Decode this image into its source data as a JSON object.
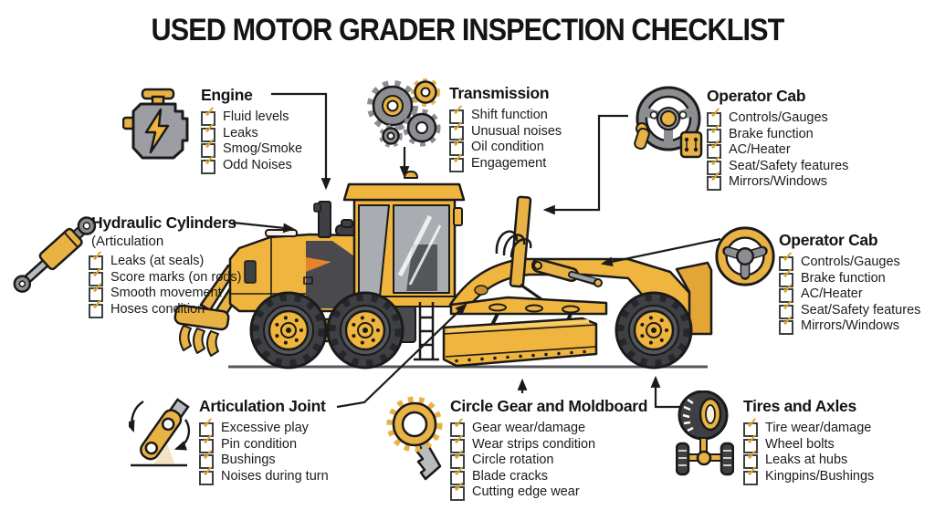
{
  "title": "USED MOTOR GRADER INSPECTION CHECKLIST",
  "ui": {
    "check_glyph": "✓"
  },
  "colors": {
    "checkbox_gold": "#d9a733",
    "body_yellow": "#f0b53e",
    "accent_orange": "#e8832a",
    "dark_gray": "#4a4a4e",
    "line_black": "#1a1a1a"
  },
  "illustration": "motor-grader-side-view",
  "sections": [
    {
      "id": "engine",
      "title": "Engine",
      "icon": "engine-icon",
      "items": [
        "Fluid levels",
        "Leaks",
        "Smog/Smoke",
        "Odd Noises"
      ]
    },
    {
      "id": "transmission",
      "title": "Transmission",
      "icon": "gears-icon",
      "items": [
        "Shift function",
        "Unusual noises",
        "Oil condition",
        "Engagement"
      ]
    },
    {
      "id": "operator-cab-top",
      "title": "Operator Cab",
      "icon": "steering-wheel-icon",
      "items": [
        "Controls/Gauges",
        "Brake function",
        "AC/Heater",
        "Seat/Safety features",
        "Mirrors/Windows"
      ]
    },
    {
      "id": "hydraulic-cylinders",
      "title": "Hydraulic Cylinders",
      "subtitle": "(Articulation",
      "icon": "hydraulic-cylinder-icon",
      "items": [
        "Leaks (at seals)",
        "Score marks (on rods)",
        "Smooth movement",
        "Hoses condition"
      ]
    },
    {
      "id": "operator-cab-right",
      "title": "Operator Cab",
      "icon": "steering-wheel-icon",
      "items": [
        "Controls/Gauges",
        "Brake function",
        "AC/Heater",
        "Seat/Safety features",
        "Mirrors/Windows"
      ]
    },
    {
      "id": "articulation-joint",
      "title": "Articulation Joint",
      "icon": "articulation-joint-icon",
      "items": [
        "Excessive play",
        "Pin condition",
        "Bushings",
        "Noises during turn"
      ]
    },
    {
      "id": "circle-gear-moldboard",
      "title": "Circle Gear and Moldboard",
      "icon": "circle-gear-icon",
      "items": [
        "Gear wear/damage",
        "Wear strips condition",
        "Circle rotation",
        "Blade cracks",
        "Cutting edge wear"
      ]
    },
    {
      "id": "tires-axles",
      "title": "Tires and Axles",
      "icon": "tire-axle-icon",
      "items": [
        "Tire wear/damage",
        "Wheel bolts",
        "Leaks at hubs",
        "Kingpins/Bushings"
      ]
    }
  ]
}
